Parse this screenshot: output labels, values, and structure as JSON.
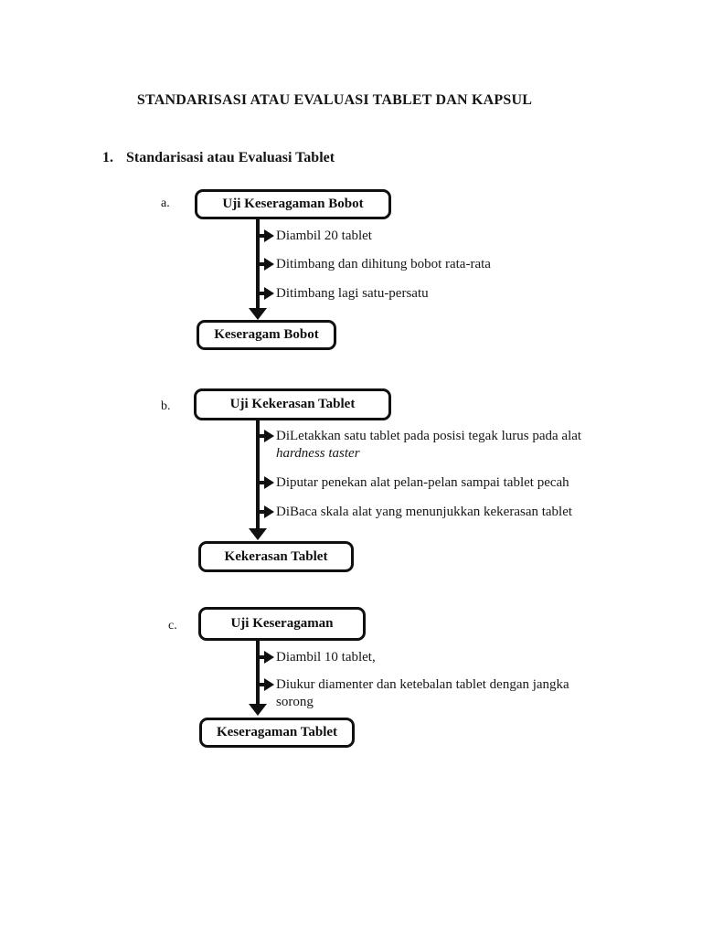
{
  "doc": {
    "title": "STANDARISASI ATAU EVALUASI TABLET DAN KAPSUL",
    "heading_number": "1.",
    "heading_text": "Standarisasi atau Evaluasi Tablet"
  },
  "colors": {
    "ink": "#101010",
    "paper": "#ffffff"
  },
  "sections": [
    {
      "label": "a.",
      "start_box": "Uji Keseragaman Bobot",
      "end_box": "Keseragam Bobot",
      "steps": [
        {
          "text": "Diambil 20 tablet"
        },
        {
          "text": "Ditimbang dan dihitung bobot rata-rata"
        },
        {
          "text": "Ditimbang lagi satu-persatu"
        }
      ]
    },
    {
      "label": "b.",
      "start_box": "Uji Kekerasan Tablet",
      "end_box": "Kekerasan Tablet",
      "steps": [
        {
          "text": "DiLetakkan satu tablet pada posisi tegak lurus pada alat",
          "text2": "hardness taster"
        },
        {
          "text": "Diputar penekan alat pelan-pelan sampai tablet pecah"
        },
        {
          "text": "DiBaca skala alat yang menunjukkan kekerasan tablet"
        }
      ]
    },
    {
      "label": "c.",
      "start_box": "Uji Keseragaman",
      "end_box": "Keseragaman Tablet",
      "steps": [
        {
          "text": "Diambil 10 tablet,"
        },
        {
          "text": "Diukur diamenter dan ketebalan tablet dengan jangka",
          "text2": "sorong"
        }
      ]
    }
  ]
}
